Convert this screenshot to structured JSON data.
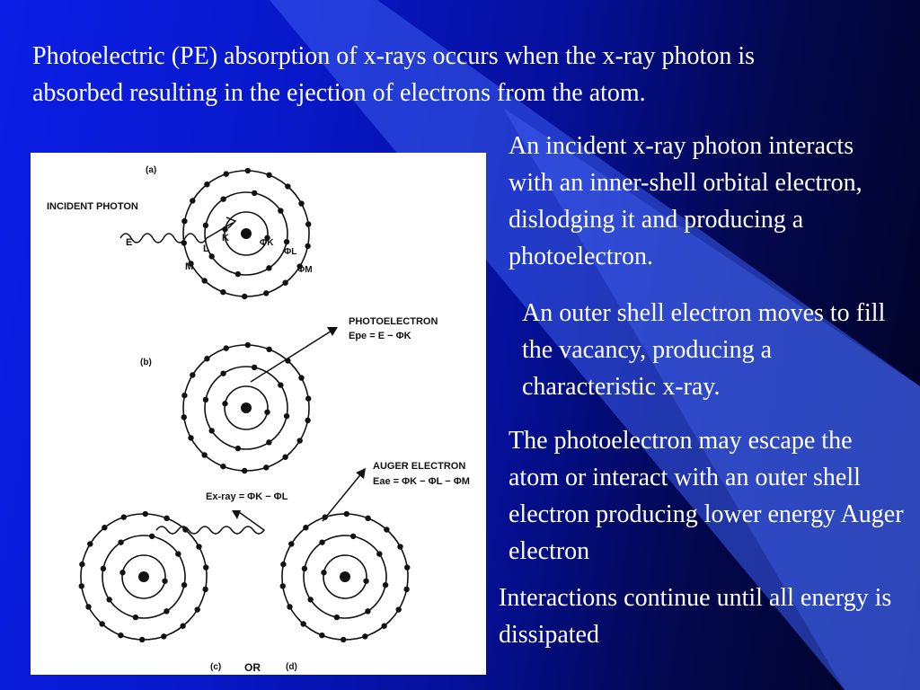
{
  "slide": {
    "title": "Photoelectric (PE) absorption of x-rays occurs when the x-ray photon is absorbed resulting in the ejection of electrons from the atom.",
    "paragraphs": [
      "An incident x-ray photon interacts with an inner-shell orbital electron, dislodging it and producing a photoelectron.",
      "An outer shell electron moves to fill the vacancy, producing a characteristic x-ray.",
      "The photoelectron may escape the atom or interact with an outer shell electron producing lower energy Auger electron",
      "Interactions continue until all energy is dissipated"
    ]
  },
  "figure": {
    "panel_a": "(a)",
    "panel_b": "(b)",
    "panel_c": "(c)",
    "panel_d": "(d)",
    "or_label": "OR",
    "incident_photon": "INCIDENT PHOTON",
    "energy_e": "E",
    "shell_k": "K",
    "shell_l": "L",
    "shell_m": "M",
    "phi_k": "ΦK",
    "phi_l": "ΦL",
    "phi_m": "ΦM",
    "photoelectron": "PHOTOELECTRON",
    "photoelectron_eq": "Epe = E − ΦK",
    "auger_electron": "AUGER ELECTRON",
    "auger_eq": "Eae = ΦK − ΦL − ΦM",
    "xray_eq": "Ex-ray = ΦK − ΦL"
  },
  "colors": {
    "text": "#ffffff",
    "accent_blue": "#2a4fff"
  }
}
